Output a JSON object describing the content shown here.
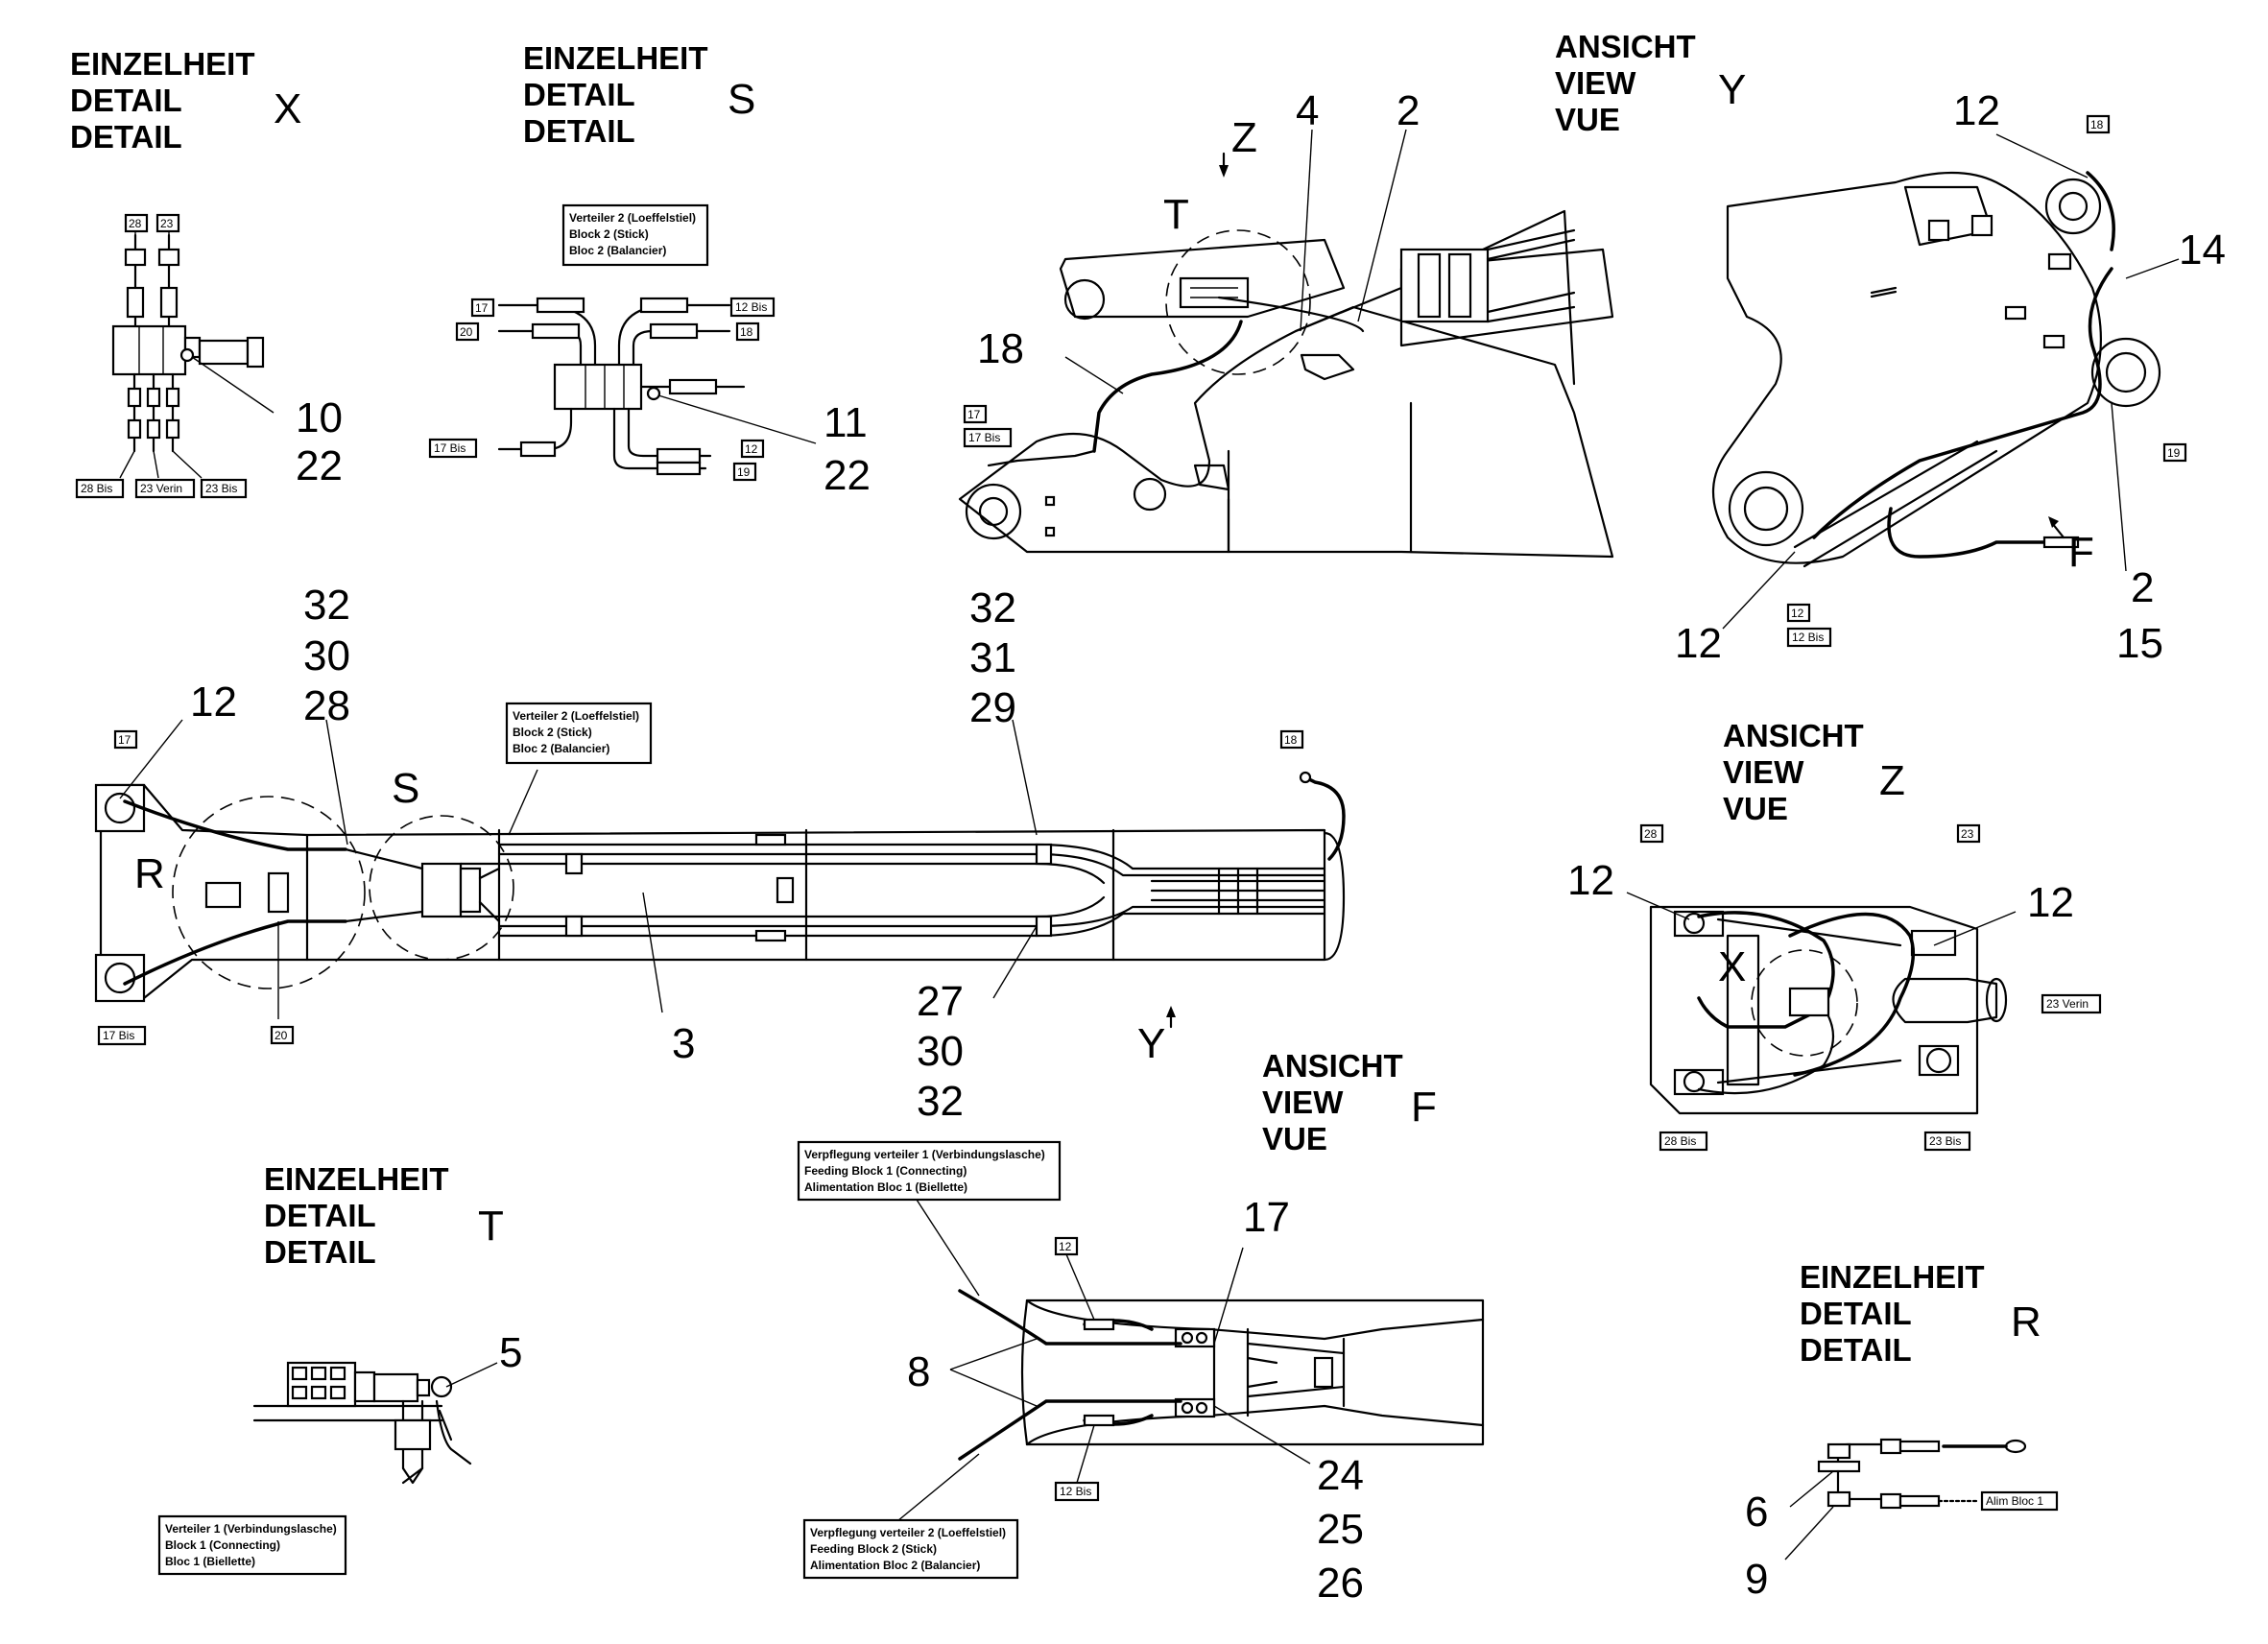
{
  "views": {
    "detail_x": {
      "l1": "EINZELHEIT",
      "l2": "DETAIL",
      "l3": "DETAIL",
      "letter": "X"
    },
    "detail_s": {
      "l1": "EINZELHEIT",
      "l2": "DETAIL",
      "l3": "DETAIL",
      "letter": "S"
    },
    "view_y": {
      "l1": "ANSICHT",
      "l2": "VIEW",
      "l3": "VUE",
      "letter": "Y"
    },
    "view_z": {
      "l1": "ANSICHT",
      "l2": "VIEW",
      "l3": "VUE",
      "letter": "Z"
    },
    "view_f": {
      "l1": "ANSICHT",
      "l2": "VIEW",
      "l3": "VUE",
      "letter": "F"
    },
    "detail_t": {
      "l1": "EINZELHEIT",
      "l2": "DETAIL",
      "l3": "DETAIL",
      "letter": "T"
    },
    "detail_r": {
      "l1": "EINZELHEIT",
      "l2": "DETAIL",
      "l3": "DETAIL",
      "letter": "R"
    }
  },
  "markers": {
    "z_arrow": "Z",
    "t_circle": "T",
    "s_circle": "S",
    "r_main": "R",
    "y_arrow": "Y",
    "f_arrow": "F",
    "x_z": "X"
  },
  "callouts": {
    "x_10": "10",
    "x_22": "22",
    "s_11": "11",
    "s_22": "22",
    "top_4": "4",
    "top_2": "2",
    "top_18": "18",
    "y_12a": "12",
    "y_14": "14",
    "y_2": "2",
    "y_15": "15",
    "y_12b": "12",
    "m_32a": "32",
    "m_30a": "30",
    "m_28": "28",
    "m_12": "12",
    "m_32b": "32",
    "m_31": "31",
    "m_29": "29",
    "m_27": "27",
    "m_30b": "30",
    "m_32c": "32",
    "m_3": "3",
    "z_12a": "12",
    "z_12b": "12",
    "t_5": "5",
    "f_17": "17",
    "f_8": "8",
    "f_24": "24",
    "f_25": "25",
    "f_26": "26",
    "r_6": "6",
    "r_9": "9"
  },
  "tags": {
    "x_28": "28",
    "x_23": "23",
    "x_28bis": "28 Bis",
    "x_23verin": "23 Verin",
    "x_23bis": "23 Bis",
    "s_17": "17",
    "s_20": "20",
    "s_17bis": "17 Bis",
    "s_12bis": "12 Bis",
    "s_18": "18",
    "s_12": "12",
    "s_19": "19",
    "top_17": "17",
    "top_17bis": "17 Bis",
    "y_18": "18",
    "y_19": "19",
    "y_12": "12",
    "y_12bis": "12 Bis",
    "m_17": "17",
    "m_17bis": "17 Bis",
    "m_20": "20",
    "m_18": "18",
    "z_28": "28",
    "z_23": "23",
    "z_28bis": "28 Bis",
    "z_23bis": "23 Bis",
    "z_23verin": "23 Verin",
    "f_12": "12",
    "f_12bis": "12 Bis",
    "r_alim": "Alim Bloc 1"
  },
  "notes": {
    "s_block": {
      "l1": "Verteiler 2 (Loeffelstiel)",
      "l2": "Block 2 (Stick)",
      "l3": "Bloc 2 (Balancier)"
    },
    "m_block": {
      "l1": "Verteiler 2 (Loeffelstiel)",
      "l2": "Block 2 (Stick)",
      "l3": "Bloc 2 (Balancier)"
    },
    "t_block": {
      "l1": "Verteiler 1 (Verbindungslasche)",
      "l2": "Block 1 (Connecting)",
      "l3": "Bloc 1 (Biellette)"
    },
    "f_feed1": {
      "l1": "Verpflegung verteiler 1 (Verbindungslasche)",
      "l2": "Feeding Block 1 (Connecting)",
      "l3": "Alimentation Bloc 1 (Biellette)"
    },
    "f_feed2": {
      "l1": "Verpflegung verteiler 2 (Loeffelstiel)",
      "l2": "Feeding Block 2 (Stick)",
      "l3": "Alimentation Bloc 2 (Balancier)"
    }
  }
}
